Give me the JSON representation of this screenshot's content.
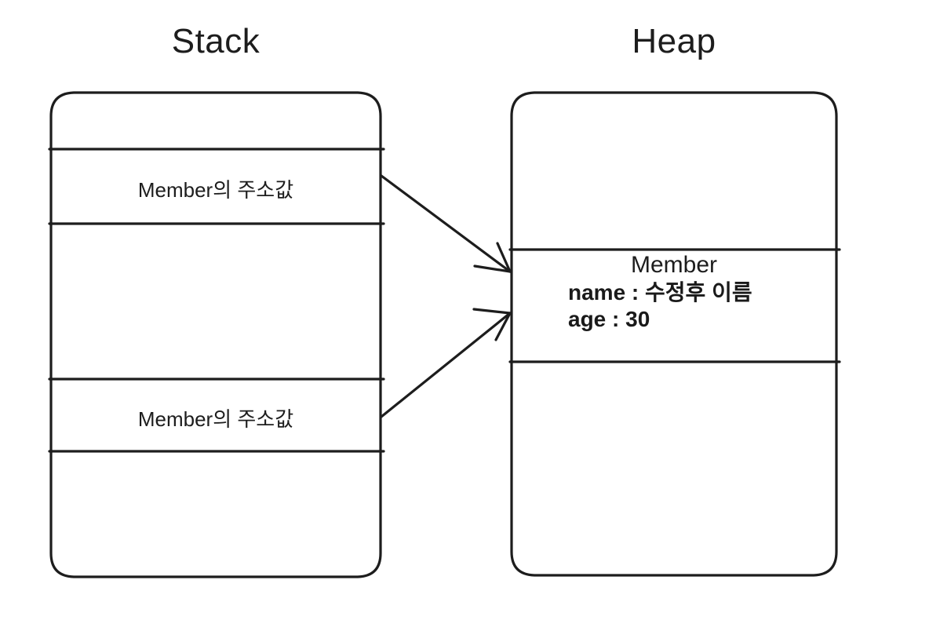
{
  "diagram": {
    "title_stack": "Stack",
    "title_heap": "Heap",
    "stack": {
      "cells": [
        {
          "label": ""
        },
        {
          "label": "Member의 주소값"
        },
        {
          "label": ""
        },
        {
          "label": "Member의 주소값"
        },
        {
          "label": ""
        }
      ]
    },
    "heap": {
      "object": {
        "title": "Member",
        "fields": [
          "name : 수정후 이름",
          "age : 30"
        ]
      }
    },
    "arrows": [
      {
        "name": "stack-slot-1-to-heap-object"
      },
      {
        "name": "stack-slot-2-to-heap-object"
      }
    ],
    "colors": {
      "stroke": "#1d1d1d",
      "background": "#ffffff",
      "text": "#1d1d1d"
    }
  }
}
